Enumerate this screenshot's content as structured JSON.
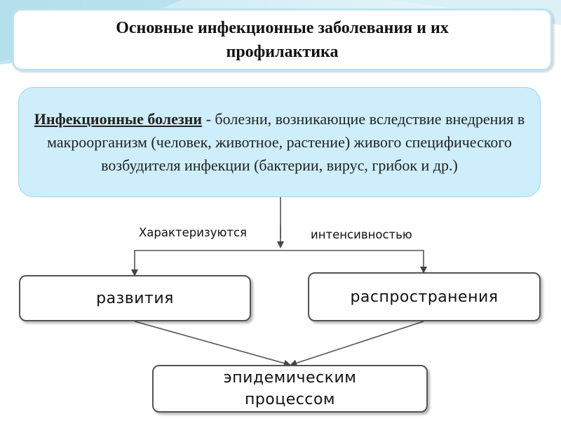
{
  "title": {
    "line1": "Основные инфекционные заболевания и их",
    "line2": "профилактика"
  },
  "definition": {
    "term": "Инфекционные  болезни",
    "text": " - болезни, возникающие вследствие внедрения в макроорганизм (человек, животное, растение) живого специфического возбудителя инфекции (бактерии, вирус, грибок и др.)"
  },
  "connector_labels": {
    "left": "Характеризуются",
    "right": "интенсивностью"
  },
  "boxes": {
    "development": "развития",
    "spread": "распространения",
    "epidemic_line1": "эпидемическим",
    "epidemic_line2": "процессом"
  },
  "colors": {
    "definition_fill": "#cdeefa",
    "title_border": "#bfe3f0",
    "box_border": "#555555",
    "background_accent": "#a9d8e8"
  }
}
